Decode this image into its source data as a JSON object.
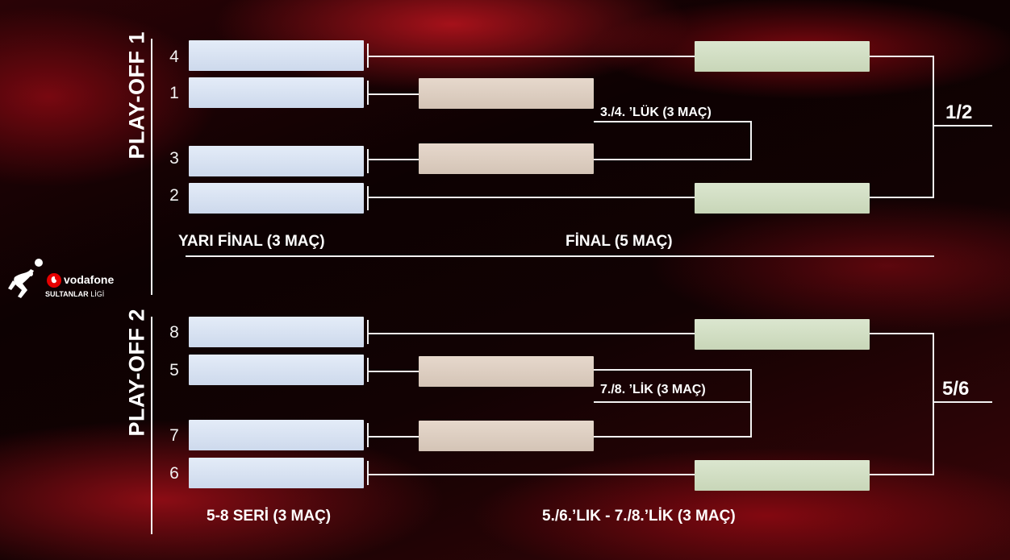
{
  "playoff1": {
    "title": "PLAY-OFF 1",
    "seeds": [
      "4",
      "1",
      "3",
      "2"
    ],
    "third_place_label": "3./4. ’LÜK (3 MAÇ)",
    "result_label": "1/2",
    "semifinal_label": "YARI FİNAL (3 MAÇ)",
    "final_label": "FİNAL (5 MAÇ)"
  },
  "playoff2": {
    "title": "PLAY-OFF 2",
    "seeds": [
      "8",
      "5",
      "7",
      "6"
    ],
    "seventh_place_label": "7./8. ’LİK (3 MAÇ)",
    "result_label": "5/6",
    "series_label": "5-8 SERİ (3 MAÇ)",
    "final_label": "5./6.’LIK - 7./8.’LİK (3 MAÇ)"
  },
  "logo": {
    "brand": "vodafone",
    "league_main": "SULTANLAR",
    "league_suffix": "LİGİ",
    "icon": "volleyball-player-icon"
  },
  "colors": {
    "team_box": "#d8e2f2",
    "semifinal_box": "#ddcec0",
    "final_box": "#d2dec4",
    "accent_red": "#b5121b"
  }
}
